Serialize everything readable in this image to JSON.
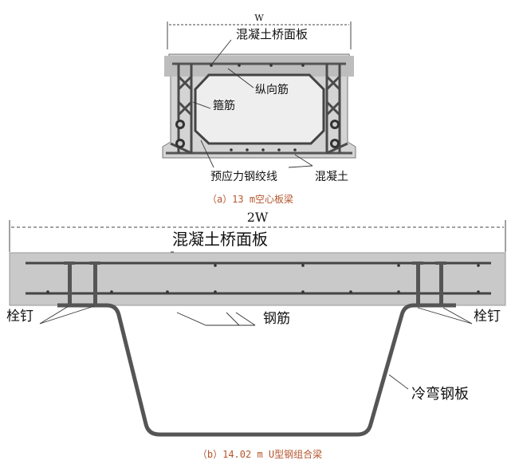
{
  "figure_a": {
    "width_label": "W",
    "deck_label": "混凝土桥面板",
    "longitudinal_label": "纵向筋",
    "stirrup_label": "箍筋",
    "strand_label": "预应力钢绞线",
    "concrete_label": "混凝土",
    "caption": "（a）13 m空心板梁"
  },
  "figure_b": {
    "width_label": "2W",
    "deck_label": "混凝土桥面板",
    "stud_left_label": "栓钉",
    "rebar_label": "钢筋",
    "stud_right_label": "栓钉",
    "steel_plate_label": "冷弯钢板",
    "caption": "（b）14.02 m U型钢组合梁"
  },
  "colors": {
    "concrete": "#c9c9c9",
    "steel": "#555555",
    "caption": "#b5562e"
  }
}
